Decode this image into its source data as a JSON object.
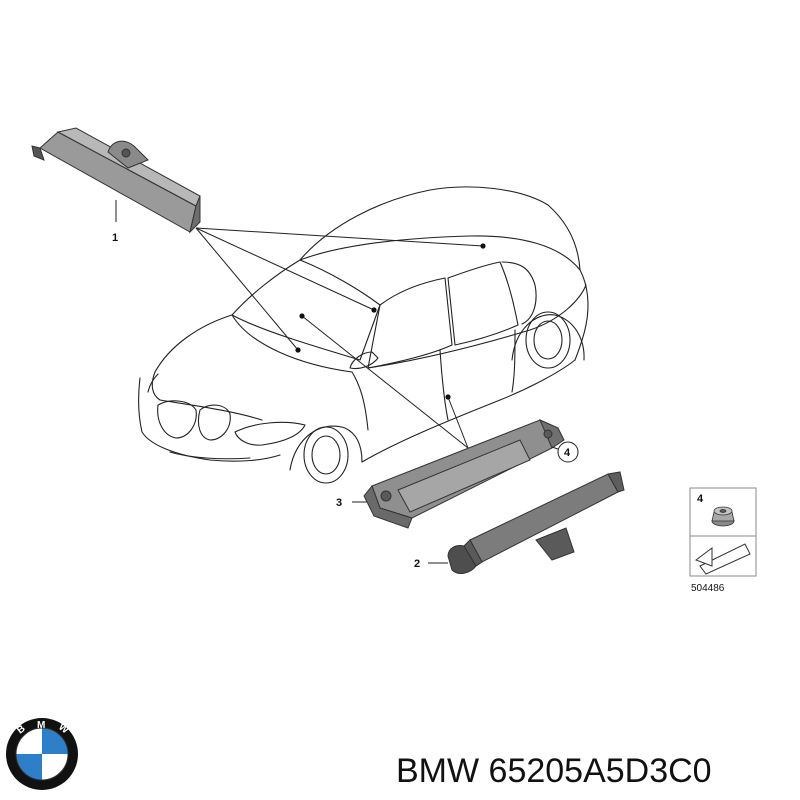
{
  "diagram": {
    "callouts": {
      "one": "1",
      "two": "2",
      "three": "3",
      "four": "4"
    },
    "legend": {
      "part_number": "4",
      "reference_code": "504486"
    },
    "caption": "BMW 65205A5D3C0",
    "logo": {
      "letters": [
        "B",
        "M",
        "W"
      ],
      "colors": {
        "ring": "#111111",
        "quadrant_blue": "#2f7fc8",
        "quadrant_white": "#ffffff"
      }
    },
    "colors": {
      "part_fill": "#8f8f8f",
      "part_dark": "#5a5a5a",
      "line": "#222222"
    }
  }
}
